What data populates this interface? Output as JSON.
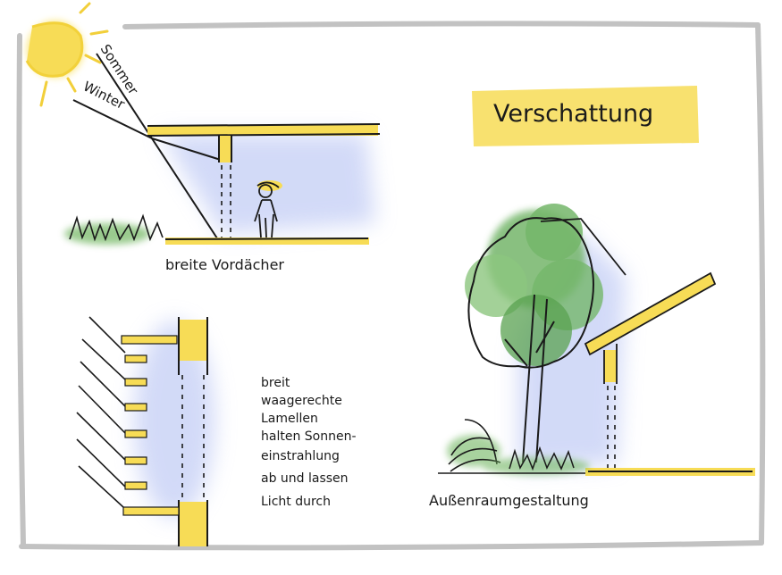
{
  "title": "Verschattung",
  "overhang": {
    "label_summer": "Sommer",
    "label_winter": "Winter",
    "caption": "breite Vordächer"
  },
  "louvers": {
    "description_lines": [
      "breit",
      "waagerechte",
      "Lamellen",
      "halten Sonnen-",
      "einstrahlung",
      "ab und lassen",
      "Licht durch"
    ]
  },
  "outdoor": {
    "caption": "Außenraumgestaltung"
  },
  "colors": {
    "yellow": "#f7dc56",
    "yellow_light": "#fbe98a",
    "sky_blue": "#aebcf2",
    "tree_green": "#74b66a",
    "grass_green": "#6fb55f",
    "ink": "#1a1a1a",
    "frame": "#bdbdbd"
  }
}
